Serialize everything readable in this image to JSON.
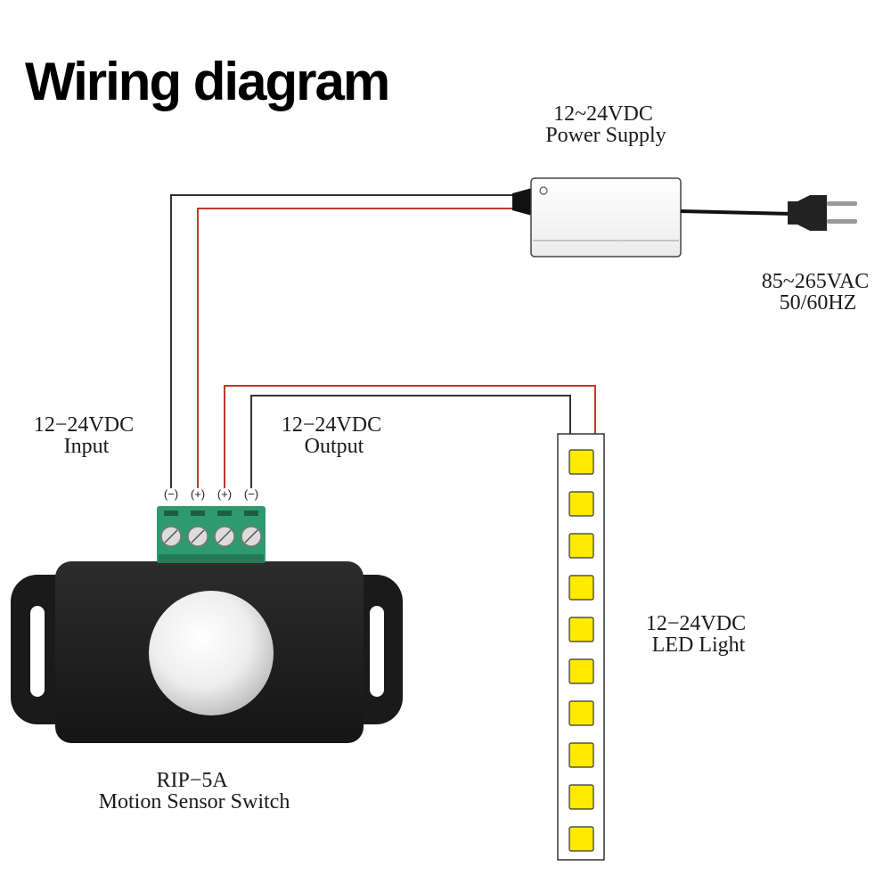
{
  "title": "Wiring diagram",
  "power_supply": {
    "line1": "12~24VDC",
    "line2": "Power Supply"
  },
  "mains": {
    "line1": "85~265VAC",
    "line2": "50/60HZ"
  },
  "input": {
    "line1": "12−24VDC",
    "line2": "Input"
  },
  "output": {
    "line1": "12−24VDC",
    "line2": "Output"
  },
  "led": {
    "line1": "12−24VDC",
    "line2": "LED Light"
  },
  "sensor": {
    "line1": "RIP−5A",
    "line2": "Motion Sensor Switch"
  },
  "terminals": [
    "(−)",
    "(+)",
    "(+)",
    "(−)"
  ],
  "colors": {
    "red_wire": "#c0392b",
    "black_wire": "#333333",
    "terminal_green": "#2f9a6e",
    "sensor_body": "#1f1f1f",
    "led_chip": "#ffea00"
  },
  "led_chip_count": 10
}
